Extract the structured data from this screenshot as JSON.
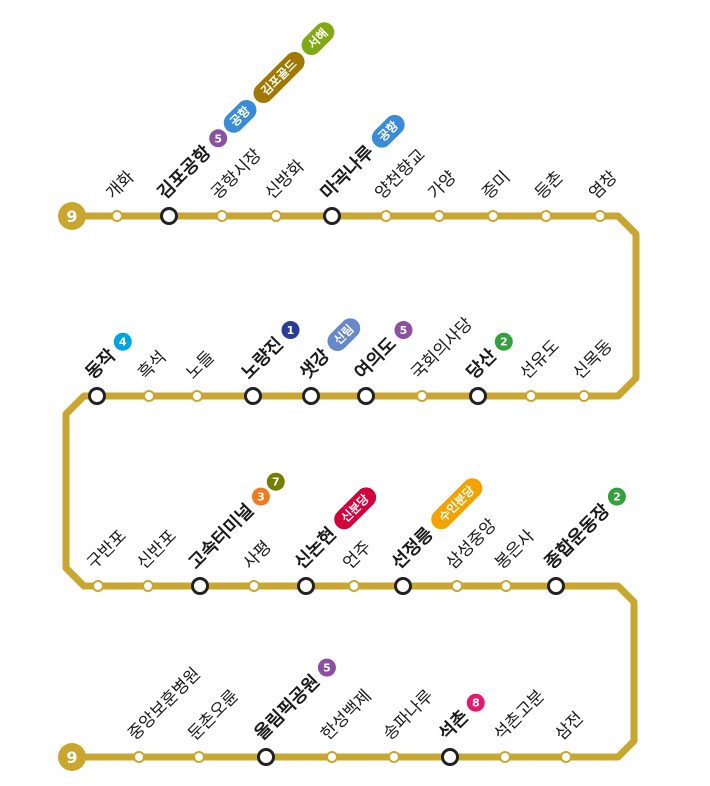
{
  "line": {
    "number": "9",
    "color": "#C9A630"
  },
  "colors": {
    "1": "#263C96",
    "2": "#33A23D",
    "3": "#EF7C1C",
    "4": "#00A4E3",
    "5": "#8B50A4",
    "7": "#747F00",
    "8": "#E6186C",
    "공항": "#3A8CD9",
    "김포골드": "#A17800",
    "서해": "#81A914",
    "신림": "#6789CA",
    "신분당": "#D4003B",
    "수인분당": "#F5A200"
  },
  "rows": [
    {
      "stations": [
        {
          "name": "개화",
          "transfer": false,
          "badges": []
        },
        {
          "name": "김포공항",
          "transfer": true,
          "badges": [
            {
              "kind": "num",
              "text": "5",
              "key": "5"
            },
            {
              "kind": "pill",
              "text": "공항",
              "key": "공항"
            },
            {
              "kind": "pill",
              "text": "김포골드",
              "key": "김포골드"
            },
            {
              "kind": "pill",
              "text": "서해",
              "key": "서해"
            }
          ]
        },
        {
          "name": "공항시장",
          "transfer": false,
          "badges": []
        },
        {
          "name": "신방화",
          "transfer": false,
          "badges": []
        },
        {
          "name": "마곡나루",
          "transfer": true,
          "badges": [
            {
              "kind": "pill",
              "text": "공항",
              "key": "공항"
            }
          ]
        },
        {
          "name": "양천향교",
          "transfer": false,
          "badges": []
        },
        {
          "name": "가양",
          "transfer": false,
          "badges": []
        },
        {
          "name": "증미",
          "transfer": false,
          "badges": []
        },
        {
          "name": "등촌",
          "transfer": false,
          "badges": []
        },
        {
          "name": "염창",
          "transfer": false,
          "badges": []
        }
      ]
    },
    {
      "stations": [
        {
          "name": "동작",
          "transfer": true,
          "badges": [
            {
              "kind": "num",
              "text": "4",
              "key": "4"
            }
          ]
        },
        {
          "name": "흑석",
          "transfer": false,
          "badges": []
        },
        {
          "name": "노들",
          "transfer": false,
          "badges": []
        },
        {
          "name": "노량진",
          "transfer": true,
          "badges": [
            {
              "kind": "num",
              "text": "1",
              "key": "1"
            }
          ]
        },
        {
          "name": "샛강",
          "transfer": true,
          "badges": [
            {
              "kind": "pill",
              "text": "신림",
              "key": "신림"
            }
          ]
        },
        {
          "name": "여의도",
          "transfer": true,
          "badges": [
            {
              "kind": "num",
              "text": "5",
              "key": "5"
            }
          ]
        },
        {
          "name": "국회의사당",
          "transfer": false,
          "badges": []
        },
        {
          "name": "당산",
          "transfer": true,
          "badges": [
            {
              "kind": "num",
              "text": "2",
              "key": "2"
            }
          ]
        },
        {
          "name": "선유도",
          "transfer": false,
          "badges": []
        },
        {
          "name": "신목동",
          "transfer": false,
          "badges": []
        }
      ]
    },
    {
      "stations": [
        {
          "name": "구반포",
          "transfer": false,
          "badges": []
        },
        {
          "name": "신반포",
          "transfer": false,
          "badges": []
        },
        {
          "name": "고속터미널",
          "transfer": true,
          "badges": [
            {
              "kind": "num",
              "text": "3",
              "key": "3"
            },
            {
              "kind": "num",
              "text": "7",
              "key": "7"
            }
          ]
        },
        {
          "name": "사평",
          "transfer": false,
          "badges": []
        },
        {
          "name": "신논현",
          "transfer": true,
          "badges": [
            {
              "kind": "pill",
              "text": "신분당",
              "key": "신분당"
            }
          ]
        },
        {
          "name": "언주",
          "transfer": false,
          "badges": []
        },
        {
          "name": "선정릉",
          "transfer": true,
          "badges": [
            {
              "kind": "pill",
              "text": "수인분당",
              "key": "수인분당"
            }
          ]
        },
        {
          "name": "삼성중앙",
          "transfer": false,
          "badges": []
        },
        {
          "name": "봉은사",
          "transfer": false,
          "badges": []
        },
        {
          "name": "종합운동장",
          "transfer": true,
          "badges": [
            {
              "kind": "num",
              "text": "2",
              "key": "2"
            }
          ]
        }
      ]
    },
    {
      "stations": [
        {
          "name": "중앙보훈병원",
          "transfer": false,
          "badges": []
        },
        {
          "name": "둔촌오륜",
          "transfer": false,
          "badges": []
        },
        {
          "name": "올림픽공원",
          "transfer": true,
          "badges": [
            {
              "kind": "num",
              "text": "5",
              "key": "5"
            }
          ]
        },
        {
          "name": "한성백제",
          "transfer": false,
          "badges": []
        },
        {
          "name": "송파나루",
          "transfer": false,
          "badges": []
        },
        {
          "name": "석촌",
          "transfer": true,
          "badges": [
            {
              "kind": "num",
              "text": "8",
              "key": "8"
            }
          ]
        },
        {
          "name": "석촌고분",
          "transfer": false,
          "badges": []
        },
        {
          "name": "삼전",
          "transfer": false,
          "badges": []
        }
      ]
    }
  ]
}
